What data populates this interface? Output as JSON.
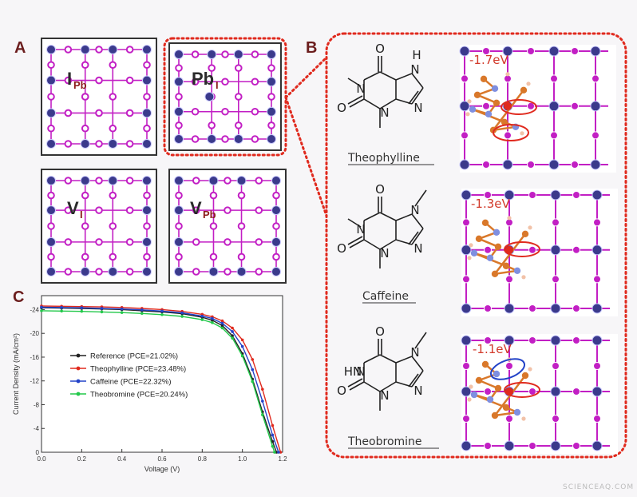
{
  "panels": {
    "A": "A",
    "B": "B",
    "C": "C"
  },
  "defects": [
    {
      "main": "I",
      "sub": "Pb"
    },
    {
      "main": "Pb",
      "sub": "I"
    },
    {
      "main": "V",
      "sub": "I"
    },
    {
      "main": "V",
      "sub": "Pb"
    }
  ],
  "molecules": [
    {
      "name": "Theophylline",
      "energy": "-1.7eV"
    },
    {
      "name": "Caffeine",
      "energy": "-1.3eV"
    },
    {
      "name": "Theobromine",
      "energy": "-1.1eV"
    }
  ],
  "atom_labels": {
    "O": "O",
    "N": "N",
    "H": "H",
    "HN": "HN"
  },
  "colors": {
    "pb_atom": "#3b3a8c",
    "i_atom": "#c21fc4",
    "bond": "#c21fc4",
    "dashed_box": "#e02a1e",
    "highlight_red": "#e02a1e",
    "highlight_blue": "#2343c8"
  },
  "watermark": "SCIENCEAQ.COM",
  "chart_data": {
    "type": "line",
    "title": "",
    "xlabel": "Voltage (V)",
    "ylabel": "Current Density (mA/cm²)",
    "xlim": [
      0.0,
      1.2
    ],
    "ylim": [
      0,
      -25
    ],
    "xticks": [
      "0.0",
      "0.2",
      "0.4",
      "0.6",
      "0.8",
      "1.0",
      "1.2"
    ],
    "yticks": [
      "0",
      "-4",
      "-8",
      "-12",
      "-16",
      "-20",
      "-24"
    ],
    "legend_position": "center-left",
    "series": [
      {
        "name": "Reference (PCE=21.02%)",
        "color": "#222222",
        "jsc": -24.3,
        "voc": 1.17,
        "x": [
          0.0,
          0.1,
          0.2,
          0.3,
          0.4,
          0.5,
          0.6,
          0.7,
          0.8,
          0.85,
          0.9,
          0.95,
          1.0,
          1.05,
          1.1,
          1.15,
          1.17
        ],
        "y": [
          -24.3,
          -24.25,
          -24.2,
          -24.1,
          -24.0,
          -23.8,
          -23.6,
          -23.3,
          -22.7,
          -22.2,
          -21.3,
          -19.6,
          -16.6,
          -12.3,
          -6.8,
          -1.8,
          0.0
        ]
      },
      {
        "name": "Theophylline (PCE=23.48%)",
        "color": "#e02a1e",
        "jsc": -24.6,
        "voc": 1.19,
        "x": [
          0.0,
          0.1,
          0.2,
          0.3,
          0.4,
          0.5,
          0.6,
          0.7,
          0.8,
          0.85,
          0.9,
          0.95,
          1.0,
          1.05,
          1.1,
          1.15,
          1.19
        ],
        "y": [
          -24.6,
          -24.55,
          -24.5,
          -24.45,
          -24.35,
          -24.2,
          -24.0,
          -23.7,
          -23.2,
          -22.8,
          -22.1,
          -20.9,
          -18.9,
          -15.6,
          -10.6,
          -4.5,
          0.0
        ]
      },
      {
        "name": "Caffeine (PCE=22.32%)",
        "color": "#2343c8",
        "jsc": -24.4,
        "voc": 1.18,
        "x": [
          0.0,
          0.1,
          0.2,
          0.3,
          0.4,
          0.5,
          0.6,
          0.7,
          0.8,
          0.85,
          0.9,
          0.95,
          1.0,
          1.05,
          1.1,
          1.15,
          1.18
        ],
        "y": [
          -24.4,
          -24.35,
          -24.3,
          -24.2,
          -24.1,
          -23.95,
          -23.75,
          -23.45,
          -22.9,
          -22.5,
          -21.7,
          -20.3,
          -17.8,
          -13.9,
          -8.6,
          -2.9,
          0.0
        ]
      },
      {
        "name": "Theobromine (PCE=20.24%)",
        "color": "#22c84a",
        "jsc": -23.8,
        "voc": 1.16,
        "x": [
          0.0,
          0.1,
          0.2,
          0.3,
          0.4,
          0.5,
          0.6,
          0.7,
          0.8,
          0.85,
          0.9,
          0.95,
          1.0,
          1.05,
          1.1,
          1.15,
          1.16
        ],
        "y": [
          -23.8,
          -23.75,
          -23.7,
          -23.6,
          -23.5,
          -23.35,
          -23.15,
          -22.85,
          -22.3,
          -21.8,
          -20.9,
          -19.2,
          -16.2,
          -11.9,
          -6.3,
          -1.0,
          0.0
        ]
      }
    ]
  }
}
